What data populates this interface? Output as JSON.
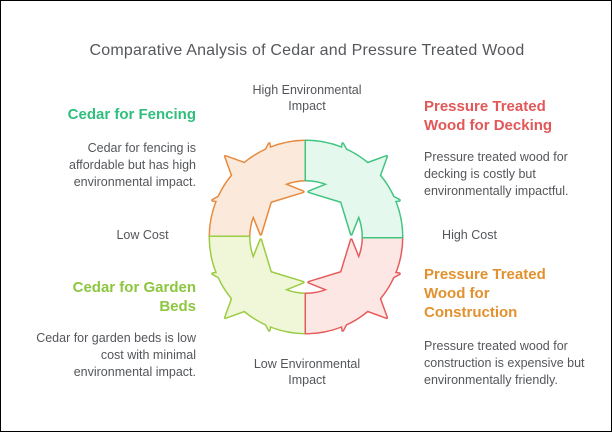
{
  "title": "Comparative Analysis of Cedar and Pressure Treated Wood",
  "axis_labels": {
    "top": [
      "High Environmental",
      "Impact"
    ],
    "bottom": [
      "Low Environmental",
      "Impact"
    ],
    "left": "Low Cost",
    "right": "High Cost"
  },
  "blocks": {
    "top_left": {
      "title_lines": [
        "Cedar for Fencing"
      ],
      "title_color": "#2fbf7c",
      "body_lines": [
        "Cedar for fencing is",
        "affordable but has high",
        "environmental impact."
      ]
    },
    "top_right": {
      "title_lines": [
        "Pressure Treated",
        "Wood for Decking"
      ],
      "title_color": "#e25757",
      "body_lines": [
        "Pressure treated wood for",
        "decking is costly but",
        "environmentally impactful."
      ]
    },
    "bottom_left": {
      "title_lines": [
        "Cedar for Garden",
        "Beds"
      ],
      "title_color": "#8dc63f",
      "body_lines": [
        "Cedar for garden beds is low",
        "cost with minimal",
        "environmental impact."
      ]
    },
    "bottom_right": {
      "title_lines": [
        "Pressure Treated",
        "Wood for",
        "Construction"
      ],
      "title_color": "#e2912f",
      "body_lines": [
        "Pressure treated wood for",
        "construction is expensive but",
        "environmentally friendly."
      ]
    }
  },
  "diagram": {
    "type": "cycle-quadrant",
    "segments": [
      {
        "name": "top-left",
        "stroke": "#e68a3e",
        "fill": "#fbeadb"
      },
      {
        "name": "bottom-left",
        "stroke": "#9acc44",
        "fill": "#f0f7d8"
      },
      {
        "name": "bottom-right",
        "stroke": "#e65c5c",
        "fill": "#fce7e4"
      },
      {
        "name": "top-right",
        "stroke": "#42c481",
        "fill": "#e5f8ee"
      }
    ]
  }
}
